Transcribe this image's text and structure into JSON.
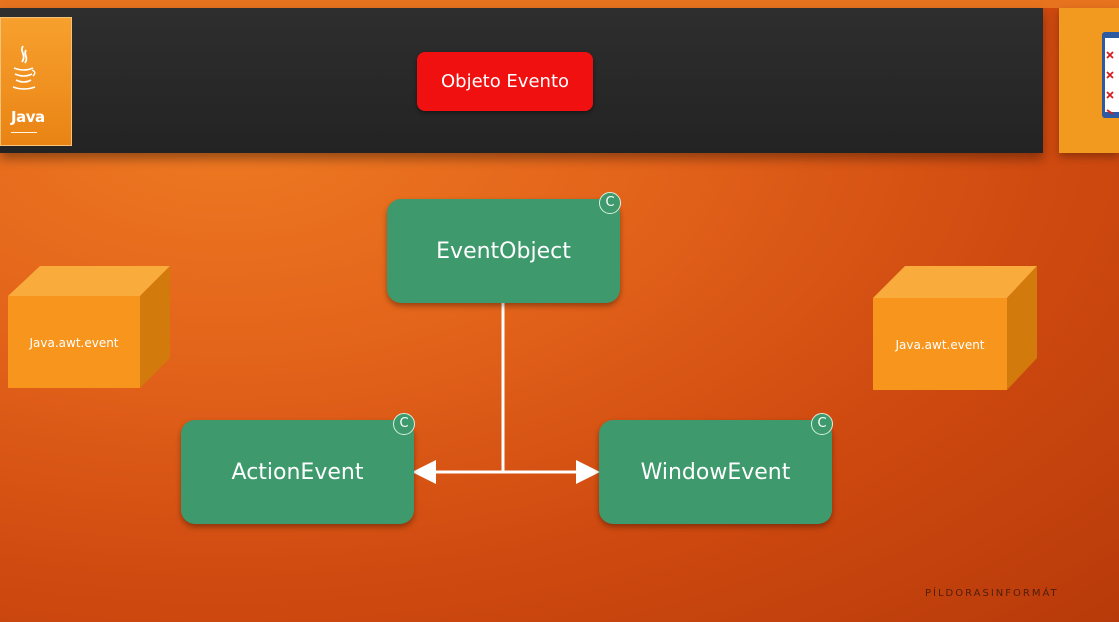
{
  "header": {
    "title": "Objeto Evento",
    "logo_text": "Java"
  },
  "diagram": {
    "nodes": [
      {
        "id": "event-object",
        "label": "EventObject",
        "kind": "C"
      },
      {
        "id": "action-event",
        "label": "ActionEvent",
        "kind": "C"
      },
      {
        "id": "window-event",
        "label": "WindowEvent",
        "kind": "C"
      }
    ],
    "edges": [
      {
        "from": "event-object",
        "to": "action-event"
      },
      {
        "from": "event-object",
        "to": "window-event"
      }
    ],
    "packages": [
      "Java.awt.event",
      "Java.awt.event"
    ]
  },
  "footer": {
    "watermark": "PÍLDORASINFORMÁT"
  },
  "colors": {
    "background": "#e2621a",
    "header_bar": "#2a2a2a",
    "title_pill": "#f01010",
    "class_box": "#3e9a6c",
    "package_box": "#f7951d"
  },
  "icons": [
    "java-cup-icon",
    "checklist-icon"
  ]
}
